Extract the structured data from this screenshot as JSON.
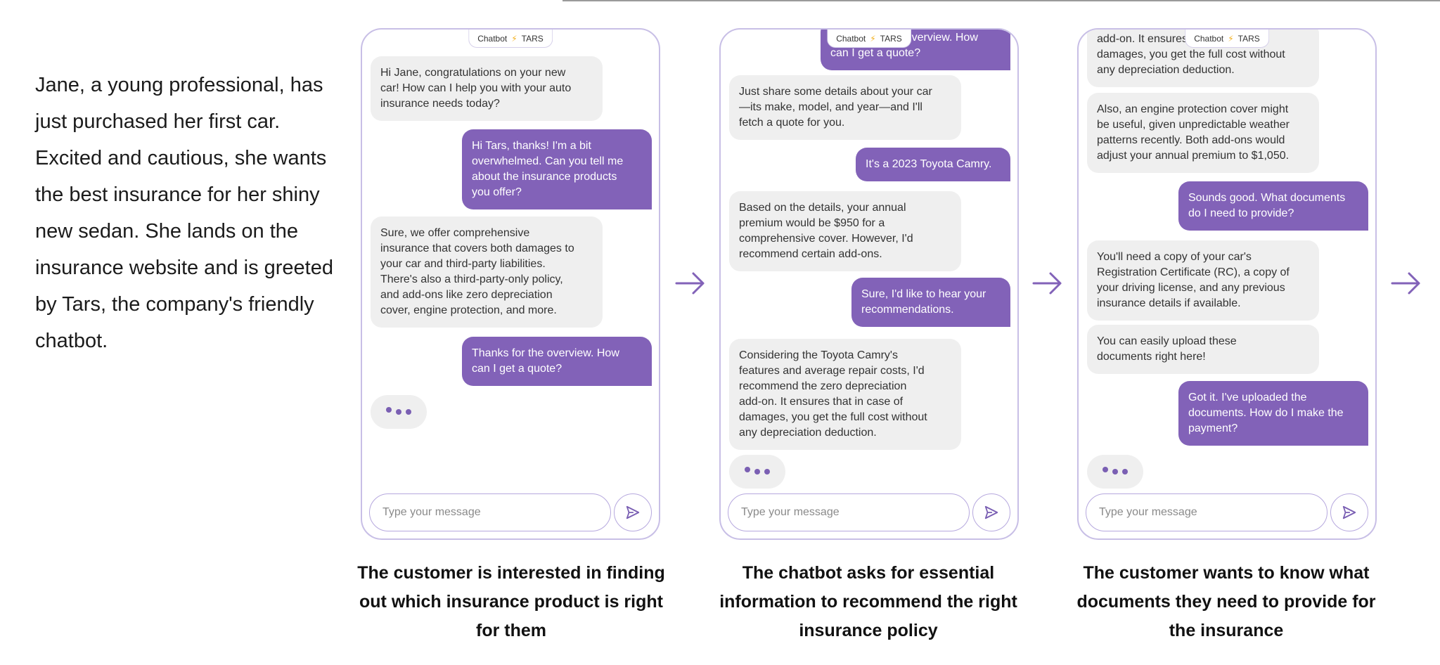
{
  "intro_text": "Jane, a young professional, has just purchased her first car. Excited and cautious, she wants the best insurance for her shiny new sedan. She lands on the insurance website and is greeted by Tars, the company's friendly chatbot.",
  "header_pill": {
    "left": "Chatbot",
    "right": "TARS"
  },
  "input_placeholder": "Type your message",
  "colors": {
    "accent": "#8262b8",
    "bot_bubble": "#efefef",
    "border": "#c8bfe6"
  },
  "icons": {
    "send": "send-icon",
    "arrow": "arrow-right-icon",
    "bolt": "bolt-icon"
  },
  "phone1": {
    "bot_1": "Hi Jane, congratulations on your new\ncar! How can I help you with your auto\ninsurance needs today?",
    "user_1": "Hi Tars, thanks! I'm a bit\noverwhelmed. Can you tell me\nabout the insurance products\nyou offer?",
    "bot_2": "Sure, we offer comprehensive\ninsurance that covers both damages to\nyour car and third-party liabilities.\nThere's also a third-party-only policy,\nand add-ons like zero depreciation\ncover, engine protection, and more.",
    "user_2": "Thanks for the overview. How\ncan I get a quote?"
  },
  "phone2": {
    "user_0": "Thanks for the overview. How\ncan I get a quote?",
    "bot_1": "Just share some details about your car\n—its make, model, and year—and I'll\nfetch a quote for you.",
    "user_1": "It's a 2023 Toyota Camry.",
    "bot_2": "Based on the details, your annual\npremium would be $950 for a\ncomprehensive cover. However, I'd\nrecommend certain add-ons.",
    "user_2": "Sure, I'd like to hear your\nrecommendations.",
    "bot_3": "Considering the Toyota Camry's\nfeatures and average repair costs, I'd\nrecommend the zero depreciation\nadd-on. It ensures that in case of\ndamages, you get the full cost without\nany depreciation deduction."
  },
  "phone3": {
    "bot_0": "add-on. It ensures that in case of\ndamages, you get the full cost without\nany depreciation deduction.",
    "bot_1": "Also, an engine protection cover might\nbe useful, given unpredictable weather\npatterns recently. Both add-ons would\nadjust your annual premium to $1,050.",
    "user_1": "Sounds good. What documents\ndo I need to provide?",
    "bot_2": "You'll need a copy of your car's\nRegistration Certificate (RC), a copy of\nyour driving license, and any previous\ninsurance details if available.",
    "bot_3": "You can easily upload these\ndocuments right here!",
    "user_2": "Got it. I've uploaded the\ndocuments. How do I make the\npayment?"
  },
  "captions": [
    "The customer is interested in finding out which insurance product is right for them",
    "The chatbot asks for essential information to recommend the right insurance policy",
    "The customer wants to know what documents they need to provide for the insurance"
  ]
}
